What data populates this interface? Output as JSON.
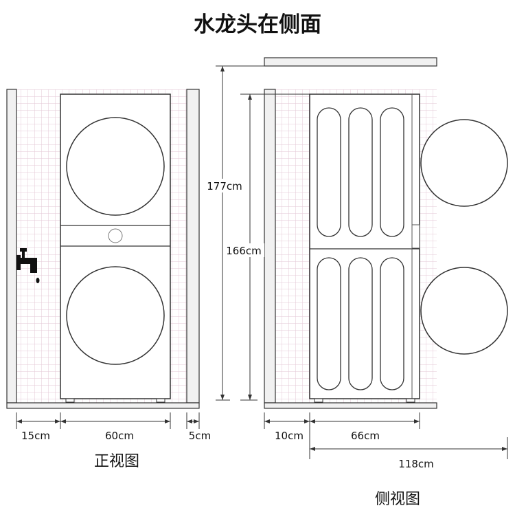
{
  "title": "水龙头在侧面",
  "front_view": {
    "caption": "正视图",
    "dims": {
      "left_gap": "15cm",
      "width": "60cm",
      "right_gap": "5cm"
    }
  },
  "side_view": {
    "caption": "侧视图",
    "dims": {
      "total_height": "177cm",
      "machine_height": "166cm",
      "back_gap": "10cm",
      "depth": "66cm",
      "door_open_depth": "118cm"
    }
  },
  "icons": {
    "faucet": "faucet-icon"
  },
  "colors": {
    "tile_grid": "#e3c7d6",
    "outline": "#333333",
    "wall": "#f1f1f1"
  }
}
